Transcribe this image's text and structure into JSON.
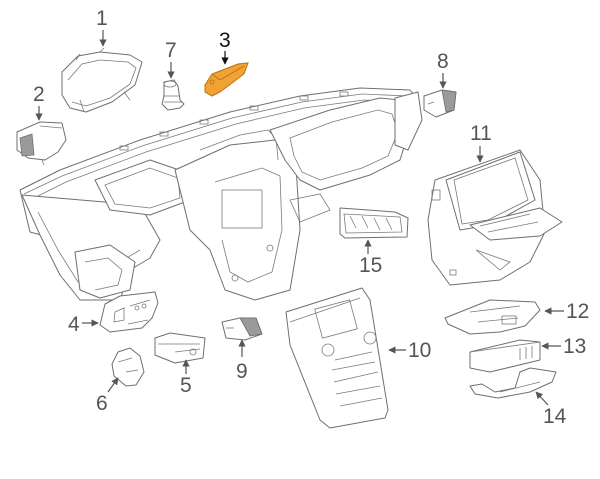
{
  "diagram": {
    "title": "Instrument Panel Components - Exploded View",
    "highlight_color": "#F0A234",
    "highlight_stroke": "#B86F10",
    "line_color": "#6F6F6F",
    "label_color": "#555555",
    "highlighted_part": "3",
    "callouts": [
      {
        "id": "1",
        "label": "1",
        "part": "instrument-cluster"
      },
      {
        "id": "2",
        "label": "2",
        "part": "left-air-vent"
      },
      {
        "id": "3",
        "label": "3",
        "part": "highlighted-sensor-module"
      },
      {
        "id": "4",
        "label": "4",
        "part": "left-switch-panel"
      },
      {
        "id": "5",
        "label": "5",
        "part": "headlamp-switch"
      },
      {
        "id": "6",
        "label": "6",
        "part": "small-switch"
      },
      {
        "id": "7",
        "label": "7",
        "part": "ignition-switch"
      },
      {
        "id": "8",
        "label": "8",
        "part": "right-switch"
      },
      {
        "id": "9",
        "label": "9",
        "part": "knee-switch"
      },
      {
        "id": "10",
        "label": "10",
        "part": "radio-control-panel"
      },
      {
        "id": "11",
        "label": "11",
        "part": "display-screen-module"
      },
      {
        "id": "12",
        "label": "12",
        "part": "center-bezel"
      },
      {
        "id": "13",
        "label": "13",
        "part": "control-module"
      },
      {
        "id": "14",
        "label": "14",
        "part": "bracket"
      },
      {
        "id": "15",
        "label": "15",
        "part": "climate-control-panel"
      }
    ]
  }
}
